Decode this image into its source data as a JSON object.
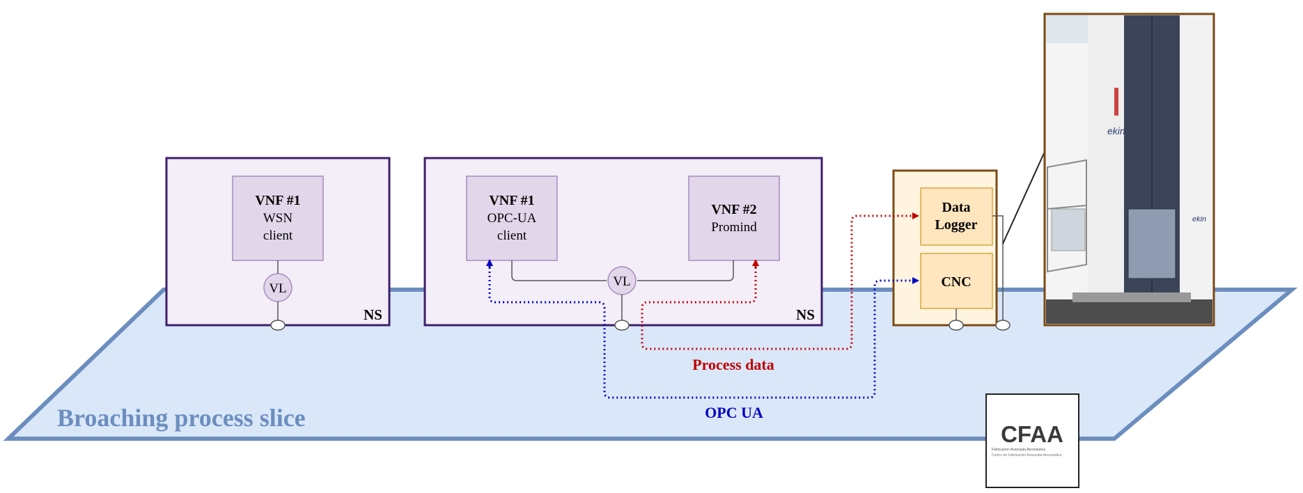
{
  "slice": {
    "label": "Broaching process slice"
  },
  "ns1": {
    "tag": "NS",
    "vnf": {
      "title": "VNF #1",
      "line1": "WSN",
      "line2": "client"
    },
    "vl": "VL"
  },
  "ns2": {
    "tag": "NS",
    "vnf1": {
      "title": "VNF #1",
      "line1": "OPC-UA",
      "line2": "client"
    },
    "vnf2": {
      "title": "VNF #2",
      "line1": "Promind"
    },
    "vl": "VL"
  },
  "pnf": {
    "logger_line1": "Data",
    "logger_line2": "Logger",
    "cnc": "CNC"
  },
  "flows": {
    "process": {
      "label": "Process data",
      "color": "#c00000"
    },
    "opcua": {
      "label": "OPC UA",
      "color": "#0000c0"
    }
  },
  "machine": {
    "brand_top": "ekin",
    "brand_side": "ekin"
  },
  "logo": {
    "text": "CFAA",
    "subtitle1": "Fabricación Avanzada Aeronáutica",
    "subtitle2": "Centro de Fabricación Avanzada Aeronáutica"
  },
  "colors": {
    "slice_fill": "#dae7f8",
    "slice_stroke": "#6c8ebf",
    "slice_label": "#6c8ebf",
    "ns_fill": "#f3eef7",
    "ns_stroke": "#3f1f6b",
    "vnf_fill": "#e2d6ea",
    "vnf_stroke": "#a68cbf",
    "pnf_fill": "#fff4e0",
    "pnf_stroke": "#7a4a14",
    "pnf_inner_fill": "#ffe6bf",
    "pnf_inner_stroke": "#d9a63b"
  }
}
